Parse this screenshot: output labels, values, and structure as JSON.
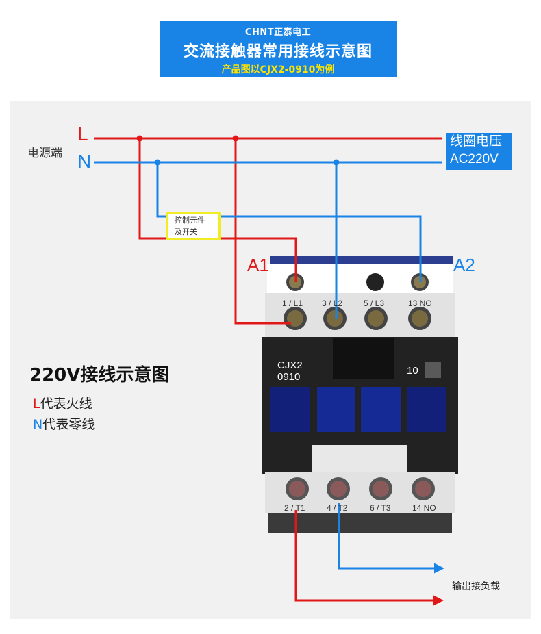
{
  "banner": {
    "brand": "CHNT正泰电工",
    "title": "交流接触器常用接线示意图",
    "subtitle": "产品图以CJX2-0910为例"
  },
  "power": {
    "label": "电源端",
    "line_L": "L",
    "line_N": "N"
  },
  "coil_voltage": {
    "line1": "线圈电压",
    "line2": "AC220V"
  },
  "control": {
    "line1": "控制元件",
    "line2": "及开关"
  },
  "coil_terminals": {
    "a1": "A1",
    "a2": "A2"
  },
  "contactor": {
    "model_line1": "CJX2",
    "model_line2": "0910",
    "contact_code": "10",
    "top_terminals": [
      "1 / L1",
      "3 / L2",
      "5 / L3",
      "13 NO"
    ],
    "bottom_terminals": [
      "2 / T1",
      "4 / T2",
      "6 / T3",
      "14 NO"
    ]
  },
  "legend": {
    "heading": "220V接线示意图",
    "l_key": "L",
    "l_text": "代表火线",
    "n_key": "N",
    "n_text": "代表零线"
  },
  "output": {
    "label": "输出接负载"
  },
  "colors": {
    "live": "#e01818",
    "neutral": "#1a84e6",
    "banner": "#1a84e6",
    "highlight": "#ffe400"
  }
}
